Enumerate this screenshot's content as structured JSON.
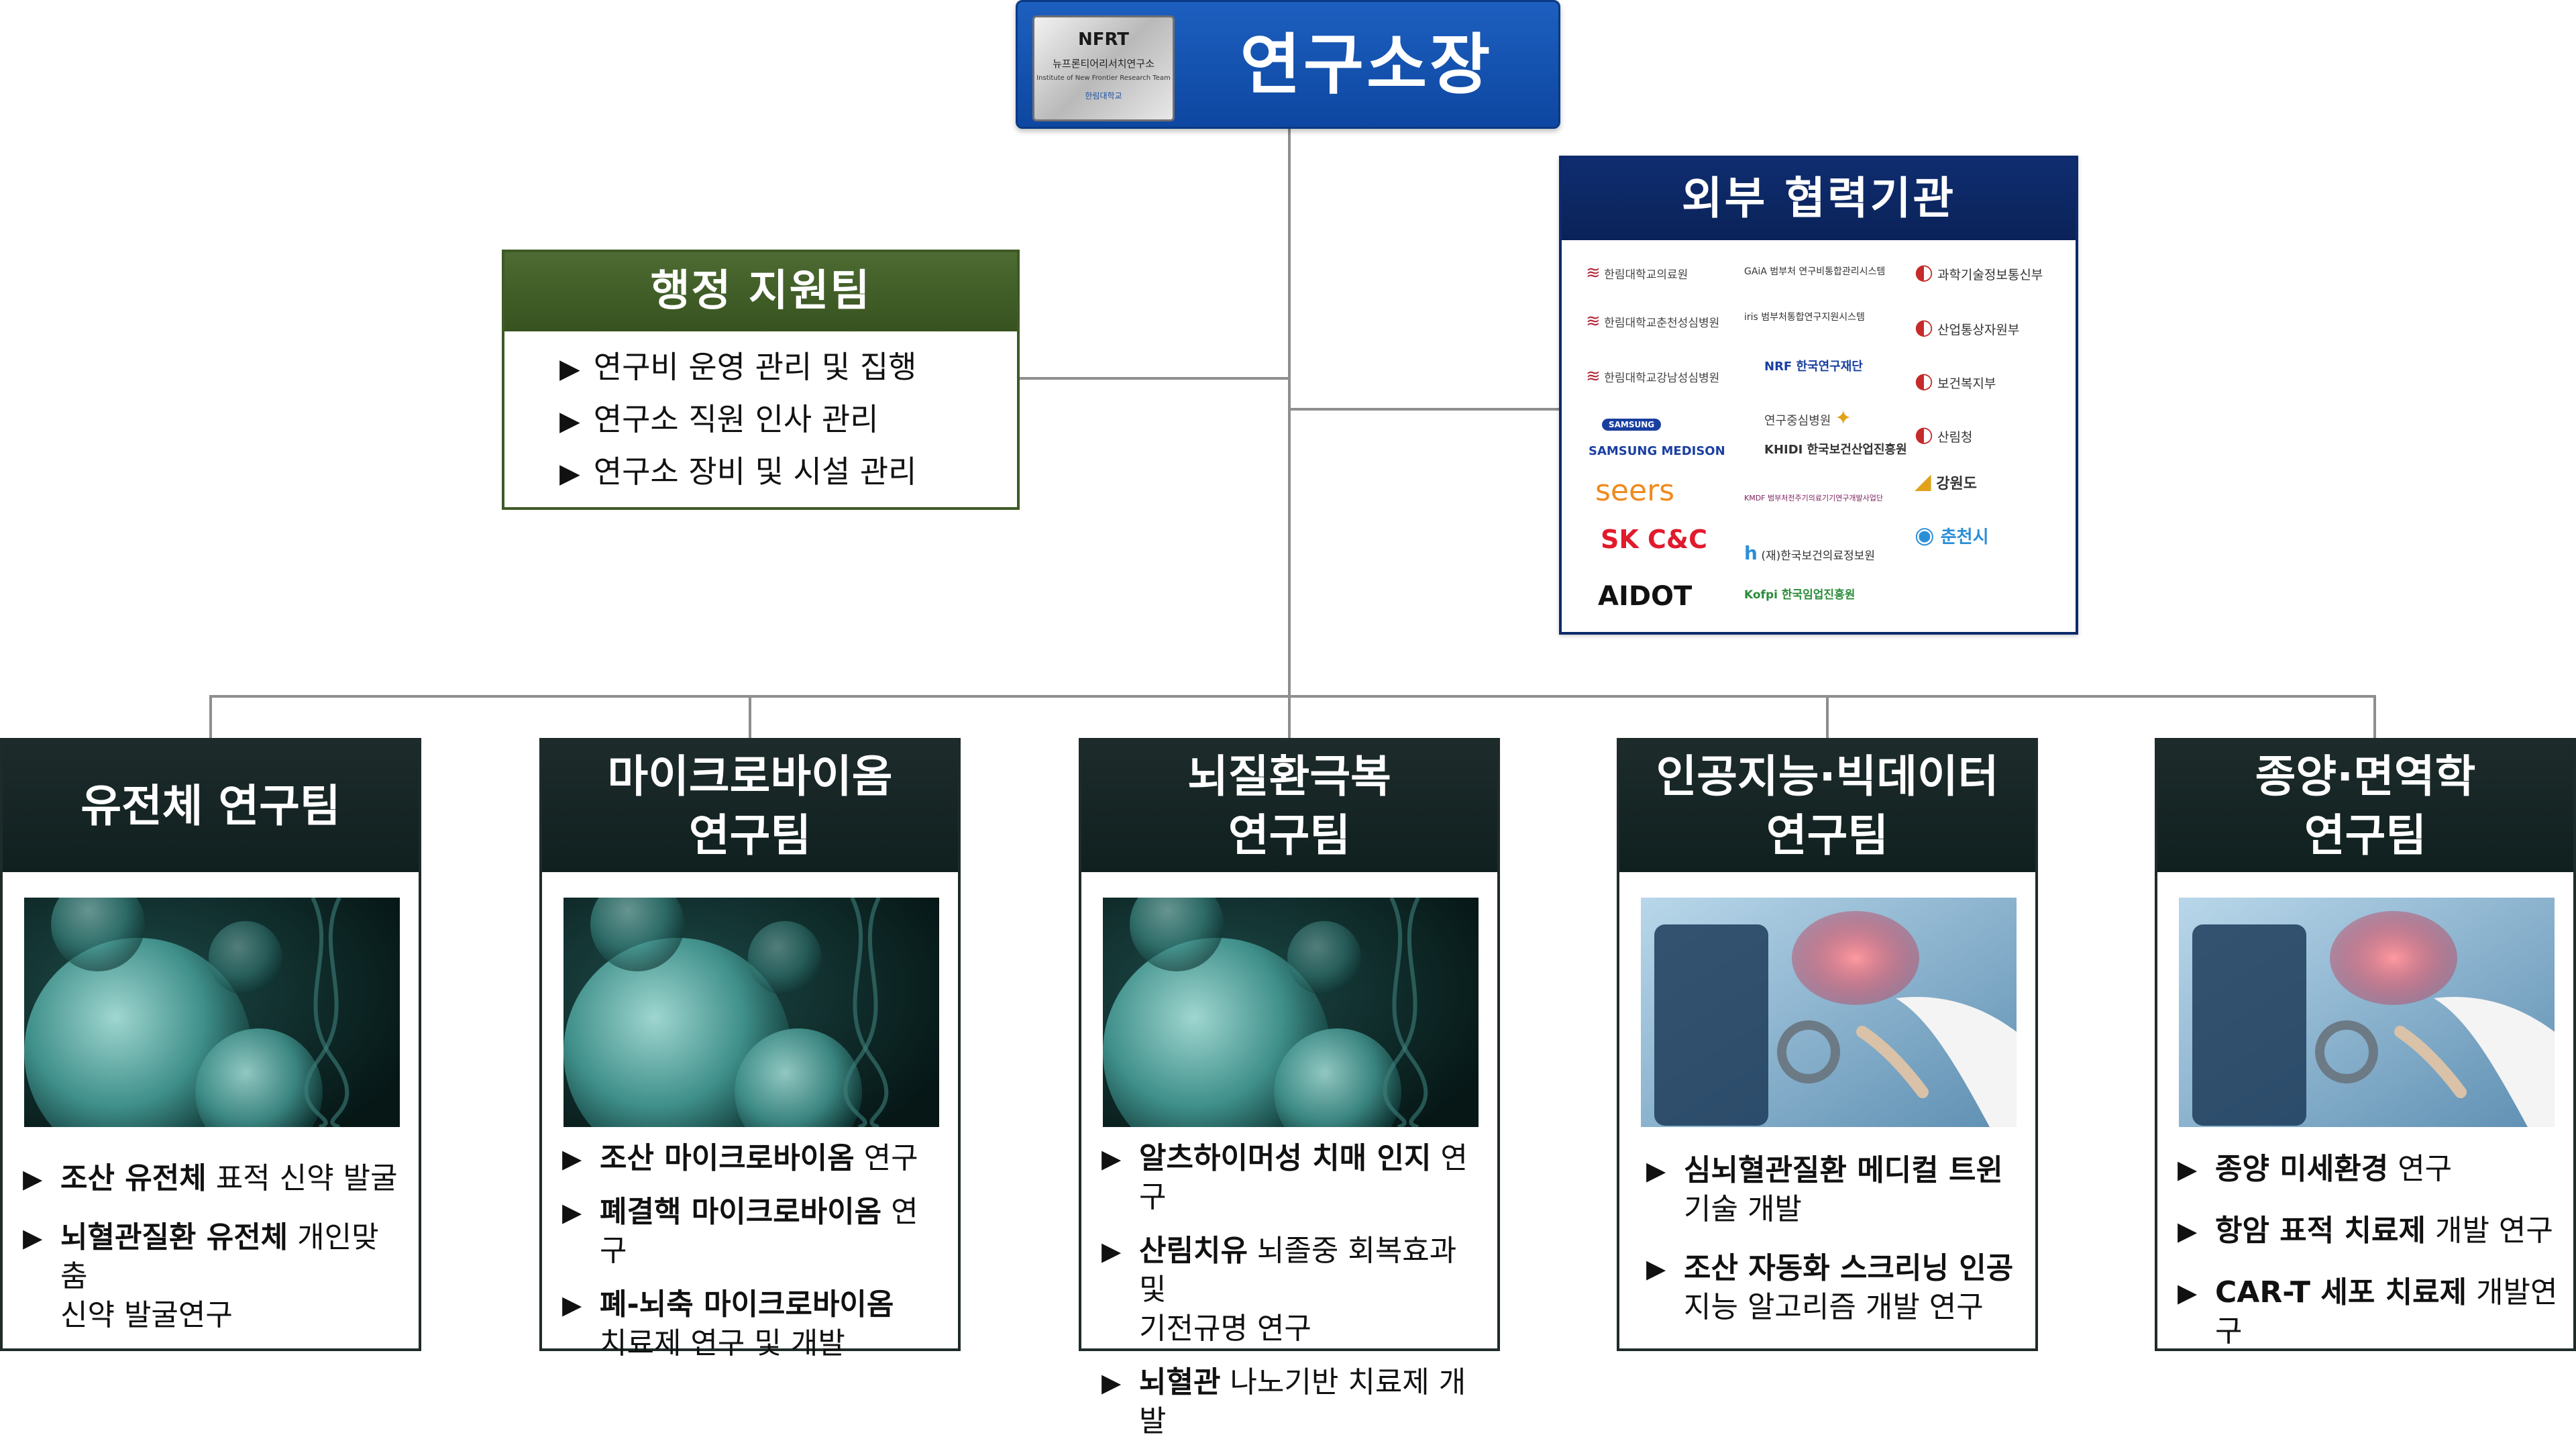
{
  "director": {
    "title": "연구소장",
    "plaque": {
      "abbr": "NFRT",
      "name": "뉴프론티어리서치연구소",
      "name_en": "Institute of New Frontier Research Team",
      "university": "한림대학교"
    }
  },
  "admin": {
    "title": "행정 지원팀",
    "items": [
      "연구비 운영 관리 및 집행",
      "연구소 직원 인사 관리",
      "연구소 장비 및 시설 관리"
    ]
  },
  "external": {
    "title": "외부 협력기관",
    "col1": [
      "한림대학교의료원",
      "한림대학교춘천성심병원",
      "한림대학교강남성심병원",
      "SAMSUNG",
      "SAMSUNG MEDISON",
      "seers",
      "SK C&C",
      "AIDOT"
    ],
    "col2": [
      "GAiA 범부처 연구비통합관리시스템",
      "iris 범부처통합연구지원시스템",
      "NRF 한국연구재단",
      "연구중심병원",
      "KHIDI 한국보건산업진흥원",
      "KMDF 범부처전주기의료기기연구개발사업단",
      "(재)한국보건의료정보원",
      "Kofpi 한국임업진흥원"
    ],
    "col3": [
      "과학기술정보통신부",
      "산업통상자원부",
      "보건복지부",
      "산림청",
      "강원도",
      "춘천시"
    ]
  },
  "teams": [
    {
      "head": [
        "유전체 연구팀"
      ],
      "image": "cells",
      "items": [
        {
          "bold": "조산 유전체",
          "rest": " 표적 신약 발굴",
          "cont": ""
        },
        {
          "bold": "뇌혈관질환 유전체",
          "rest": " 개인맞춤",
          "cont": "신약 발굴연구"
        }
      ]
    },
    {
      "head": [
        "마이크로바이옴",
        "연구팀"
      ],
      "image": "cells",
      "items": [
        {
          "bold": "조산 마이크로바이옴",
          "rest": " 연구",
          "cont": ""
        },
        {
          "bold": "폐결핵 마이크로바이옴",
          "rest": " 연구",
          "cont": ""
        },
        {
          "bold": "폐-뇌축 마이크로바이옴",
          "rest": "",
          "cont": "치료제 연구 및 개발"
        }
      ]
    },
    {
      "head": [
        "뇌질환극복",
        "연구팀"
      ],
      "image": "cells",
      "items": [
        {
          "bold": "알츠하이머성 치매 인지",
          "rest": " 연구",
          "cont": ""
        },
        {
          "bold": "산림치유",
          "rest": " 뇌졸중 회복효과 및",
          "cont": "기전규명 연구"
        },
        {
          "bold": "뇌혈관",
          "rest": " 나노기반 치료제 개발",
          "cont": ""
        }
      ]
    },
    {
      "head": [
        "인공지능·빅데이터",
        "연구팀"
      ],
      "image": "ai",
      "items": [
        {
          "bold": "심뇌혈관질환 메디컬 트윈",
          "rest": "",
          "cont": "기술 개발"
        },
        {
          "bold": "조산 자동화 스크리닝 인공",
          "rest": "",
          "cont": "지능 알고리즘 개발 연구"
        }
      ]
    },
    {
      "head": [
        "종양·면역학",
        "연구팀"
      ],
      "image": "ai",
      "items": [
        {
          "bold": "종양 미세환경",
          "rest": " 연구",
          "cont": ""
        },
        {
          "bold": "항암 표적 치료제",
          "rest": " 개발 연구",
          "cont": ""
        },
        {
          "bold": "CAR-T 세포 치료제",
          "rest": " 개발연구",
          "cont": ""
        }
      ]
    }
  ],
  "colors": {
    "director_blue": "#0d47a1",
    "admin_green": "#3e5a26",
    "external_navy": "#0a2258",
    "team_dark": "#10201f",
    "connector_gray": "#8e8e8e"
  }
}
